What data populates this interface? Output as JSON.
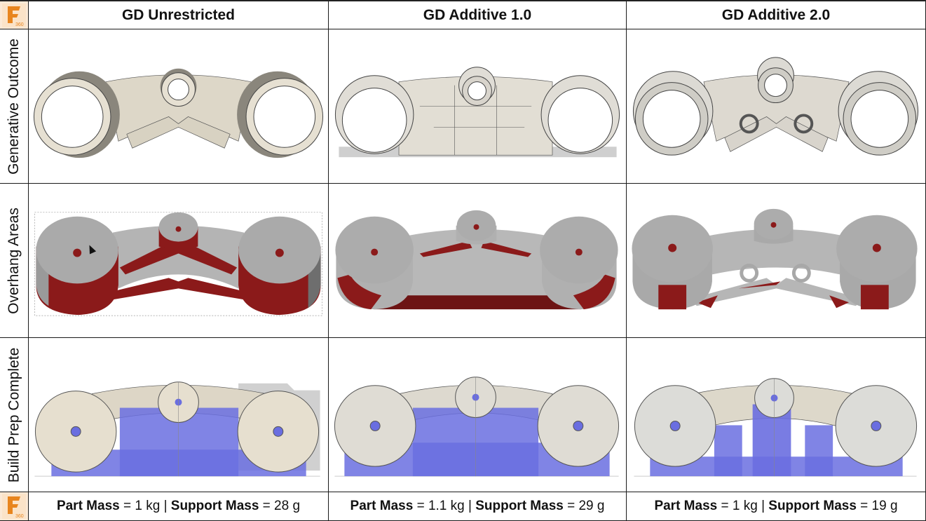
{
  "logo": {
    "icon": "fusion-360-logo-icon",
    "badge_text": "360",
    "accent_color": "#e8851e"
  },
  "columns": [
    {
      "title": "GD Unrestricted"
    },
    {
      "title": "GD Additive 1.0"
    },
    {
      "title": "GD Additive 2.0"
    }
  ],
  "rows": [
    {
      "label": "Generative Outcome"
    },
    {
      "label": "Overhang Areas"
    },
    {
      "label": "Build Prep Complete"
    }
  ],
  "footer": [
    {
      "part_label": "Part Mass",
      "part_value": " = 1 kg | ",
      "support_label": "Support Mass",
      "support_value": " = 28 g"
    },
    {
      "part_label": "Part Mass",
      "part_value": " = 1.1 kg | ",
      "support_label": "Support Mass",
      "support_value": " = 29 g"
    },
    {
      "part_label": "Part Mass",
      "part_value": " = 1 kg | ",
      "support_label": "Support Mass",
      "support_value": " = 19 g"
    }
  ],
  "colors": {
    "part_beige": "#e6e0d2",
    "part_shadow": "#8a867c",
    "overhang_red": "#8b1a1a",
    "overhang_gray": "#a9a9a9",
    "support_blue": "#6a6ee0"
  }
}
